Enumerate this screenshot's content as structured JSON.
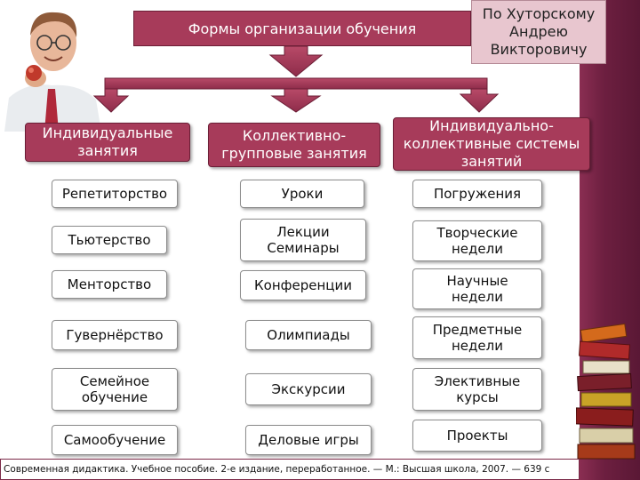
{
  "title": "Формы организации обучения",
  "author": [
    "По Хуторскому",
    "Андрею",
    "Викторовичу"
  ],
  "columns": [
    {
      "header": [
        "Индивидуальные",
        "занятия"
      ],
      "items": [
        [
          "Репетиторство"
        ],
        [
          "Тьютерство"
        ],
        [
          "Менторство"
        ],
        [
          "Гувернёрство"
        ],
        [
          "Семейное",
          "обучение"
        ],
        [
          "Самообучение"
        ]
      ]
    },
    {
      "header": [
        "Коллективно-",
        "групповые занятия"
      ],
      "items": [
        [
          "Уроки"
        ],
        [
          "Лекции",
          "Семинары"
        ],
        [
          "Конференции"
        ],
        [
          "Олимпиады"
        ],
        [
          "Экскурсии"
        ],
        [
          "Деловые игры"
        ]
      ]
    },
    {
      "header": [
        "Индивидуально-",
        "коллективные системы",
        "занятий"
      ],
      "items": [
        [
          "Погружения"
        ],
        [
          "Творческие",
          "недели"
        ],
        [
          "Научные",
          "недели"
        ],
        [
          "Предметные",
          "недели"
        ],
        [
          "Элективные",
          "курсы"
        ],
        [
          "Проекты"
        ]
      ]
    }
  ],
  "footer": "Современная дидактика. Учебное пособие. 2-е издание, переработанное. — М.: Высшая школа, 2007. — 639 с",
  "colors": {
    "accent": "#a73b5a",
    "author_bg": "#e8c6cf",
    "strip": "#6d1f40"
  }
}
